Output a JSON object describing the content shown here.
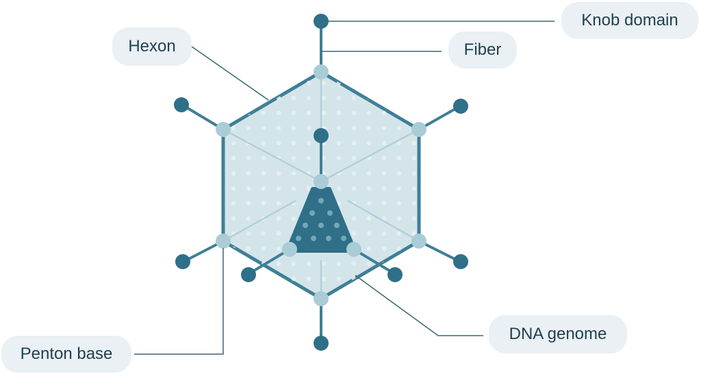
{
  "labels": {
    "hexon": "Hexon",
    "knob_domain": "Knob domain",
    "fiber": "Fiber",
    "dna_genome": "DNA genome",
    "penton_base": "Penton base"
  },
  "colors": {
    "outline": "#3f7f96",
    "knob": "#2f6f88",
    "penton": "#a9ccd6",
    "face_fill": "#d7e7ec",
    "dna_fill": "#2f6f88",
    "leader_line": "#3d6575",
    "pill_bg": "#eaf0f3"
  }
}
